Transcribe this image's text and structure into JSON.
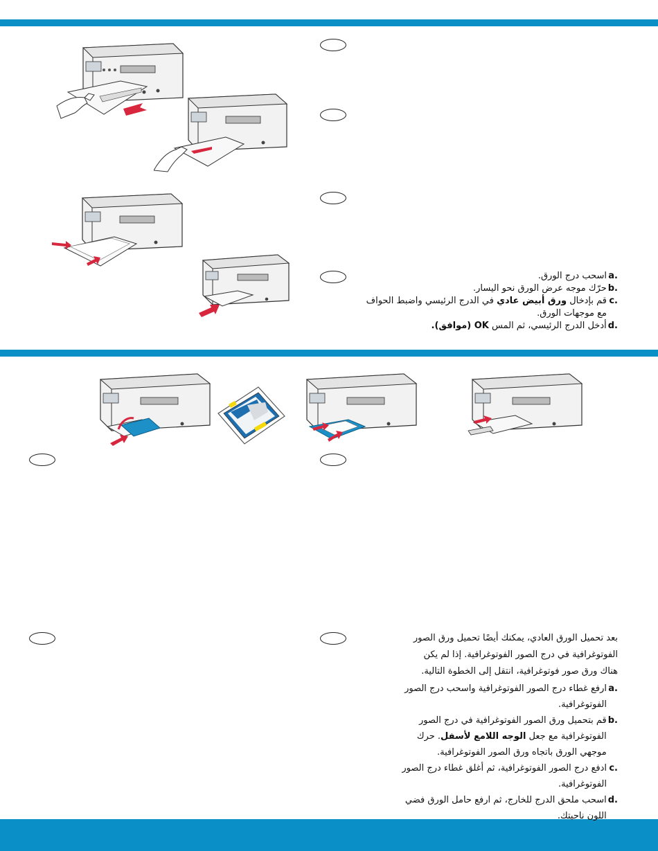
{
  "colors": {
    "band": "#0a8fc7",
    "printer_body": "#f2f2f2",
    "printer_outline": "#333333",
    "arrow": "#d7263d",
    "tray_blue": "#1e90c8"
  },
  "icons": [
    "printer-illustration",
    "hand-illustration",
    "arrow-illustration",
    "photo-paper-pack-illustration"
  ],
  "section1": {
    "steps": [
      {
        "letter": "a.",
        "text": "اسحب درج الورق."
      },
      {
        "letter": "b.",
        "text": "حرّك موجه عرض الورق نحو اليسار."
      },
      {
        "letter": "c.",
        "text_before": "قم بإدخال",
        "bold": "ورق أبيض عادي",
        "text_after": "في الدرج الرئيسي واضبط الحواف مع موجهات الورق."
      },
      {
        "letter": "d.",
        "text_before": "أدخل الدرج الرئيسي، ثم المس",
        "bold": "OK (موافق)."
      }
    ]
  },
  "section2": {
    "intro_line1": "بعد تحميل الورق العادي، يمكنك أيضًا تحميل ورق الصور",
    "intro_line2": "الفوتوغرافية في درج الصور الفوتوغرافية. إذا لم يكن",
    "intro_line3": "هناك ورق صور فوتوغرافية، انتقل إلى الخطوة التالية.",
    "steps": [
      {
        "letter": "a.",
        "text": "ارفع غطاء درج الصور الفوتوغرافية واسحب درج الصور الفوتوغرافية."
      },
      {
        "letter": "b.",
        "text_before": "قم بتحميل ورق الصور الفوتوغرافية في درج الصور الفوتوغرافية مع جعل",
        "bold": "الوجه اللامع لأسفل",
        "text_after": ". حرك موجهي الورق باتجاه ورق الصور الفوتوغرافية."
      },
      {
        "letter": "c.",
        "text": "ادفع درج الصور الفوتوغرافية، ثم أغلق غطاء درج الصور الفوتوغرافية."
      },
      {
        "letter": "d.",
        "text": "اسحب ملحق الدرج للخارج، ثم ارفع حامل الورق فضي اللون ناحيتك."
      }
    ]
  }
}
